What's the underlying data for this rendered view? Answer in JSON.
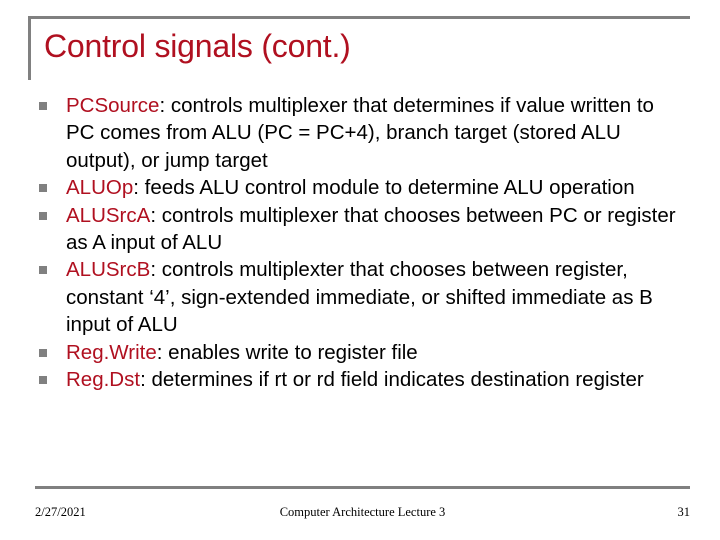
{
  "slide": {
    "title": "Control signals (cont.)",
    "accent_color": "#b01020",
    "rule_color": "#808080",
    "body_color": "#000000",
    "background_color": "#ffffff",
    "bullet_marker_icon": "square-bullet-icon"
  },
  "bullets": [
    {
      "name": "PCSource",
      "separator": ": ",
      "text": "controls multiplexer that determines if value written to PC comes from ALU (PC = PC+4), branch target (stored ALU output), or jump target"
    },
    {
      "name": "ALUOp",
      "separator": ": ",
      "text": "feeds ALU control module to determine ALU operation"
    },
    {
      "name": "ALUSrcA",
      "separator": ": ",
      "text": "controls multiplexer that chooses between PC or register as A input of ALU"
    },
    {
      "name": "ALUSrcB",
      "separator": ": ",
      "text": "controls multiplexter that chooses between register, constant ‘4’, sign-extended immediate, or shifted immediate as B input of ALU"
    },
    {
      "name": "Reg.Write",
      "separator": ": ",
      "text": "enables write to register file"
    },
    {
      "name": "Reg.Dst",
      "separator": ": ",
      "text": "determines if rt or rd field indicates destination register"
    }
  ],
  "footer": {
    "date": "2/27/2021",
    "center_text": "Computer Architecture Lecture 3",
    "page_number": "31"
  }
}
